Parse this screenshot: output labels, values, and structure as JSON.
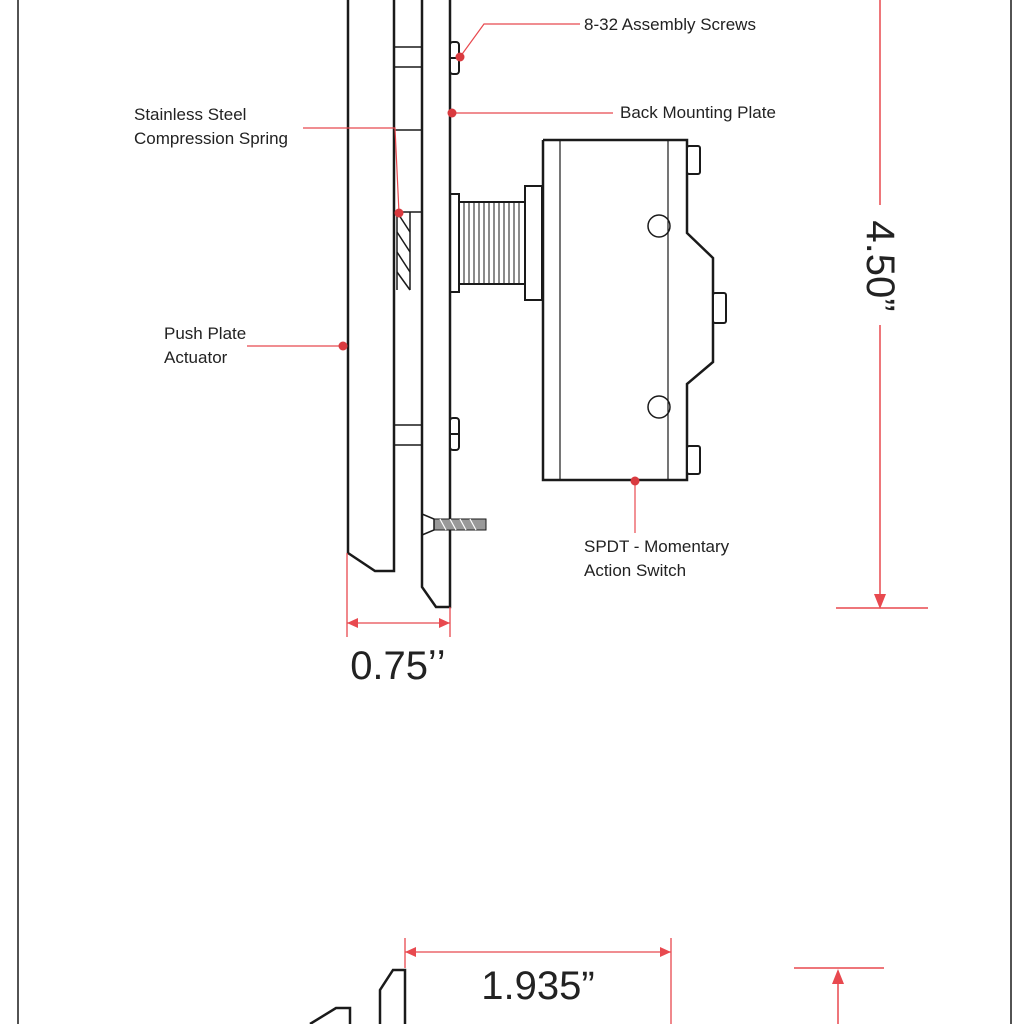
{
  "colors": {
    "outline": "#1a1a1a",
    "annotation": "#e8494f",
    "dot": "#d93a3f",
    "hatch": "#999999",
    "background": "#ffffff"
  },
  "callouts": {
    "screws": "8-32 Assembly Screws",
    "back_plate": "Back Mounting Plate",
    "spring_line1": "Stainless Steel",
    "spring_line2": "Compression Spring",
    "push_plate_line1": "Push Plate",
    "push_plate_line2": "Actuator",
    "switch_line1": "SPDT - Momentary",
    "switch_line2": "Action Switch"
  },
  "dimensions": {
    "height": "4.50”",
    "depth": "0.75ʼʼ",
    "width": "1.935”"
  }
}
